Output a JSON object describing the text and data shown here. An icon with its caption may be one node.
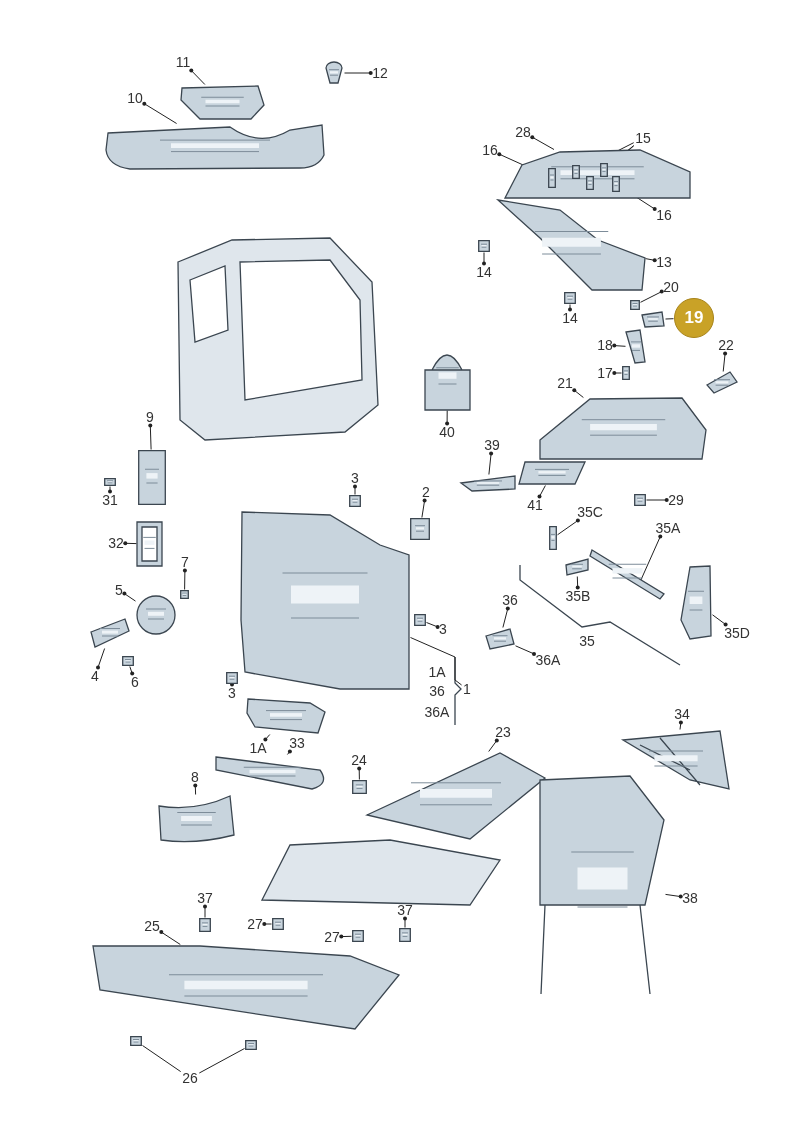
{
  "diagram": {
    "nodes": [
      {
        "text": [
          "11"
        ]
      },
      {
        "text": [
          "12"
        ]
      },
      {
        "text": [
          "10"
        ]
      },
      {
        "text": [
          "28"
        ]
      },
      {
        "text": [
          "15"
        ]
      },
      {
        "text": [
          "16"
        ]
      },
      {
        "text": [
          "16"
        ]
      },
      {
        "text": [
          "13"
        ]
      },
      {
        "text": [
          "14"
        ]
      },
      {
        "text": [
          "14"
        ]
      },
      {
        "text": [
          "20"
        ]
      },
      {
        "text": [
          "19"
        ]
      },
      {
        "text": [
          "18"
        ]
      },
      {
        "text": [
          "17"
        ]
      },
      {
        "text": [
          "22"
        ]
      },
      {
        "text": [
          "40"
        ]
      },
      {
        "text": [
          "21"
        ]
      },
      {
        "text": [
          "9"
        ]
      },
      {
        "text": [
          "31"
        ]
      },
      {
        "text": [
          "39"
        ]
      },
      {
        "text": [
          "41"
        ]
      },
      {
        "text": [
          "29"
        ]
      },
      {
        "text": [
          "3"
        ]
      },
      {
        "text": [
          "2"
        ]
      },
      {
        "text": [
          "32"
        ]
      },
      {
        "text": [
          "7"
        ]
      },
      {
        "text": [
          "35C"
        ]
      },
      {
        "text": [
          "35A"
        ]
      },
      {
        "text": [
          "5"
        ]
      },
      {
        "text": [
          "4"
        ]
      },
      {
        "text": [
          "6"
        ]
      },
      {
        "text": [
          "3"
        ]
      },
      {
        "text": [
          "3"
        ]
      },
      {
        "text": [
          "36"
        ]
      },
      {
        "text": [
          "36A"
        ]
      },
      {
        "text": [
          "35B"
        ]
      },
      {
        "text": [
          "35D"
        ]
      },
      {
        "text": [
          "1"
        ]
      },
      {
        "text": [
          "1A"
        ]
      },
      {
        "text": [
          "33"
        ]
      },
      {
        "text": [
          "23"
        ]
      },
      {
        "text": [
          "34"
        ]
      },
      {
        "text": [
          "24"
        ]
      },
      {
        "text": [
          "8"
        ]
      },
      {
        "text": [
          "37"
        ]
      },
      {
        "text": [
          "38"
        ]
      },
      {
        "text": [
          "25"
        ]
      },
      {
        "text": [
          "27"
        ]
      },
      {
        "text": [
          "27"
        ]
      },
      {
        "text": [
          "37"
        ]
      },
      {
        "text": [
          "26"
        ]
      },
      {
        "text": [],
        "shape": "picture"
      },
      {
        "text": [],
        "shape": "picture"
      },
      {
        "text": [],
        "shape": "picture"
      },
      {
        "text": [],
        "shape": "picture"
      },
      {
        "text": [],
        "shape": "picture",
        "in": 54
      },
      {
        "text": [],
        "shape": "picture",
        "in": 54
      },
      {
        "text": [],
        "shape": "picture",
        "in": 54
      },
      {
        "text": [],
        "shape": "picture",
        "in": 54
      },
      {
        "text": [],
        "shape": "picture",
        "in": 54
      },
      {
        "text": [],
        "shape": "picture"
      },
      {
        "text": [],
        "shape": "picture"
      },
      {
        "text": [],
        "shape": "picture"
      },
      {
        "text": [],
        "shape": "picture"
      },
      {
        "text": [],
        "shape": "picture"
      },
      {
        "text": [],
        "shape": "picture"
      },
      {
        "text": [],
        "shape": "picture"
      },
      {
        "text": [],
        "shape": "picture"
      },
      {
        "text": [],
        "shape": "picture"
      },
      {
        "text": [],
        "shape": "picture"
      },
      {
        "text": [],
        "shape": "picture"
      },
      {
        "text": [],
        "shape": "picture"
      },
      {
        "text": [],
        "shape": "picture"
      },
      {
        "text": [],
        "shape": "picture"
      },
      {
        "text": [],
        "shape": "picture"
      },
      {
        "text": [],
        "shape": "picture"
      },
      {
        "text": [],
        "shape": "picture"
      },
      {
        "text": [],
        "shape": "picture"
      },
      {
        "text": [],
        "shape": "picture"
      },
      {
        "text": [],
        "shape": "picture"
      },
      {
        "text": [],
        "shape": "picture"
      },
      {
        "text": [],
        "shape": "picture"
      },
      {
        "text": [],
        "shape": "picture"
      },
      {
        "text": [],
        "shape": "picture"
      },
      {
        "text": [],
        "shape": "picture"
      },
      {
        "text": [],
        "shape": "picture"
      },
      {
        "text": [],
        "shape": "picture"
      },
      {
        "text": [],
        "shape": "picture"
      },
      {
        "text": [],
        "shape": "picture"
      },
      {
        "text": [],
        "shape": "picture"
      },
      {
        "text": [],
        "shape": "picture"
      },
      {
        "text": [],
        "shape": "picture"
      },
      {
        "text": [],
        "shape": "picture"
      },
      {
        "text": [],
        "shape": "picture"
      },
      {
        "text": [],
        "shape": "picture"
      },
      {
        "text": [],
        "shape": "picture"
      },
      {
        "text": [],
        "shape": "picture"
      },
      {
        "text": [],
        "shape": "picture"
      },
      {
        "text": [],
        "shape": "picture"
      },
      {
        "text": [],
        "shape": "picture"
      },
      {
        "text": [],
        "shape": "picture"
      },
      {
        "text": [],
        "shape": "picture"
      },
      {
        "text": [],
        "shape": "picture"
      },
      {
        "text": [],
        "shape": "picture"
      }
    ],
    "edges": [
      {
        "from": 0,
        "to": 51,
        "arrow": "other"
      },
      {
        "from": 1,
        "to": 52,
        "arrow": "other"
      },
      {
        "from": 2,
        "to": 53,
        "arrow": "other"
      },
      {
        "from": 3,
        "to": 54,
        "arrow": "other"
      },
      {
        "from": 4,
        "to": 56,
        "arrow": "none"
      },
      {
        "from": 4,
        "to": 57,
        "arrow": "none"
      },
      {
        "from": 4,
        "to": 58,
        "arrow": "none"
      },
      {
        "from": 5,
        "to": 55,
        "arrow": "other"
      },
      {
        "from": 6,
        "to": 59,
        "arrow": "other"
      },
      {
        "from": 7,
        "to": 60,
        "arrow": "other"
      },
      {
        "from": 8,
        "to": 61,
        "arrow": "other"
      },
      {
        "from": 9,
        "to": 62,
        "arrow": "other"
      },
      {
        "from": 10,
        "to": 63,
        "arrow": "other"
      },
      {
        "from": 11,
        "to": 64,
        "arrow": "none"
      },
      {
        "from": 12,
        "to": 65,
        "arrow": "other"
      },
      {
        "from": 13,
        "to": 66,
        "arrow": "other"
      },
      {
        "from": 14,
        "to": 67,
        "arrow": "other"
      },
      {
        "from": 15,
        "to": 68,
        "arrow": "other"
      },
      {
        "from": 16,
        "to": 69,
        "arrow": "other"
      },
      {
        "from": 17,
        "to": 73,
        "arrow": "other"
      },
      {
        "from": 18,
        "to": 74,
        "arrow": "other"
      },
      {
        "from": 19,
        "to": 71,
        "arrow": "other"
      },
      {
        "from": 20,
        "to": 70,
        "arrow": "other"
      },
      {
        "from": 21,
        "to": 72,
        "arrow": "other"
      },
      {
        "from": 22,
        "to": 77,
        "arrow": "other"
      },
      {
        "from": 23,
        "to": 78,
        "arrow": "other"
      },
      {
        "from": 24,
        "to": 75,
        "arrow": "other"
      },
      {
        "from": 25,
        "to": 81,
        "arrow": "other"
      },
      {
        "from": 26,
        "to": 86,
        "arrow": "other"
      },
      {
        "from": 27,
        "to": 87,
        "arrow": "other"
      },
      {
        "from": 28,
        "to": 82,
        "arrow": "other"
      },
      {
        "from": 29,
        "to": 83,
        "arrow": "other"
      },
      {
        "from": 30,
        "to": 84,
        "arrow": "other"
      },
      {
        "from": 31,
        "to": 79,
        "arrow": "other"
      },
      {
        "from": 32,
        "to": 80,
        "arrow": "other"
      },
      {
        "from": 33,
        "to": 90,
        "arrow": "other"
      },
      {
        "from": 34,
        "to": 90,
        "arrow": "other"
      },
      {
        "from": 35,
        "to": 88,
        "arrow": "other"
      },
      {
        "from": 36,
        "to": 89,
        "arrow": "other"
      },
      {
        "from": 37,
        "to": 76,
        "arrow": "none"
      },
      {
        "from": 38,
        "to": 85,
        "arrow": "other"
      },
      {
        "from": 39,
        "to": 91,
        "arrow": "other"
      },
      {
        "from": 40,
        "to": 92,
        "arrow": "other"
      },
      {
        "from": 41,
        "to": 93,
        "arrow": "other"
      },
      {
        "from": 42,
        "to": 94,
        "arrow": "other"
      },
      {
        "from": 43,
        "to": 95,
        "arrow": "other"
      },
      {
        "from": 44,
        "to": 96,
        "arrow": "other"
      },
      {
        "from": 45,
        "to": 97,
        "arrow": "other"
      },
      {
        "from": 46,
        "to": 98,
        "arrow": "other"
      },
      {
        "from": 47,
        "to": 99,
        "arrow": "other"
      },
      {
        "from": 48,
        "to": 100,
        "arrow": "other"
      },
      {
        "from": 49,
        "to": 101,
        "arrow": "other"
      },
      {
        "from": 50,
        "to": 102,
        "arrow": "none"
      },
      {
        "from": 50,
        "to": 103,
        "arrow": "none"
      }
    ],
    "labels": [
      "1A",
      "36",
      "36A",
      "35"
    ]
  }
}
